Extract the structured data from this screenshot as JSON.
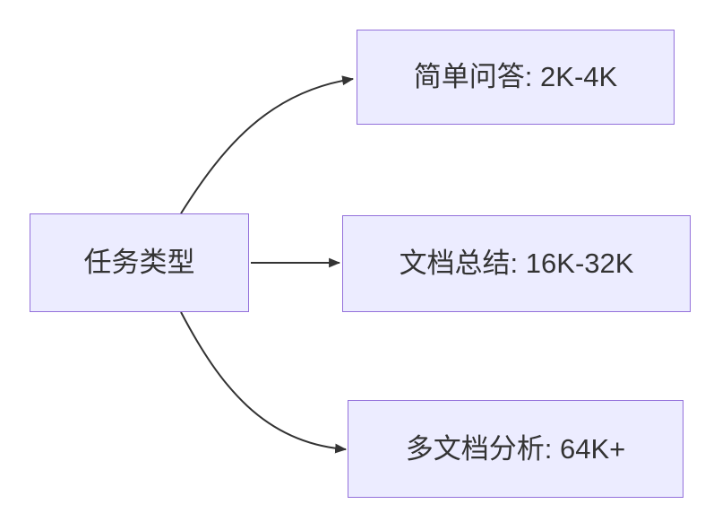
{
  "colors": {
    "node_fill": "#ECECFF",
    "node_border": "#9370DB",
    "text": "#333333",
    "arrow": "#333333",
    "background": "#FFFFFF"
  },
  "diagram": {
    "type": "flowchart-left-to-right",
    "root": {
      "label": "任务类型"
    },
    "branches": [
      {
        "label": "简单问答: 2K-4K"
      },
      {
        "label": "文档总结: 16K-32K"
      },
      {
        "label": "多文档分析: 64K+"
      }
    ]
  }
}
